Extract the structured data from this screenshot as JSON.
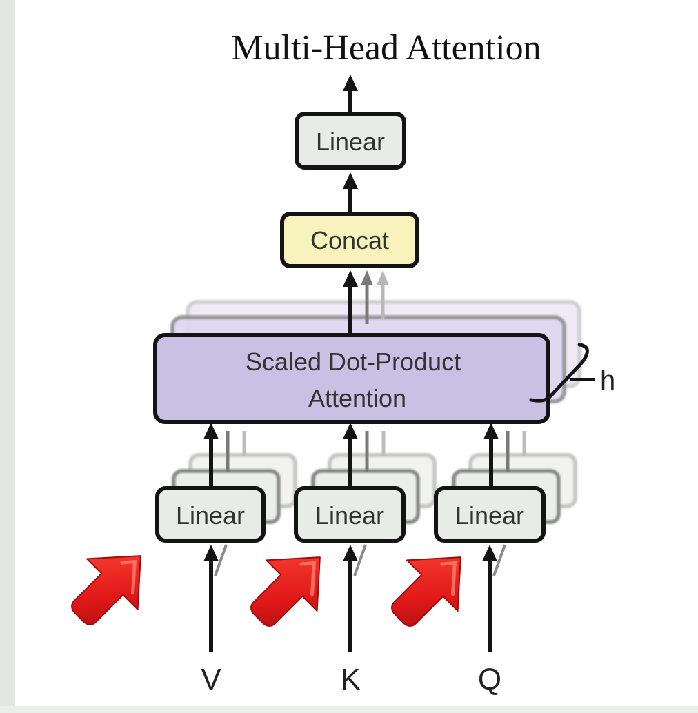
{
  "diagram": {
    "title": "Multi-Head Attention",
    "output_linear_label": "Linear",
    "concat_label": "Concat",
    "attention_label_line1": "Scaled Dot-Product",
    "attention_label_line2": "Attention",
    "heads_label": "h",
    "input_linears": [
      {
        "label": "Linear",
        "input": "V"
      },
      {
        "label": "Linear",
        "input": "K"
      },
      {
        "label": "Linear",
        "input": "Q"
      }
    ]
  },
  "colors": {
    "linear_fill": "#e8ebe7",
    "concat_fill": "#f8f3bc",
    "attention_fill": "#c9c0e4",
    "stroke": "#141414",
    "red_arrow": "#e42222"
  },
  "icons": [
    "red-arrow-icon",
    "red-arrow-icon",
    "red-arrow-icon"
  ]
}
